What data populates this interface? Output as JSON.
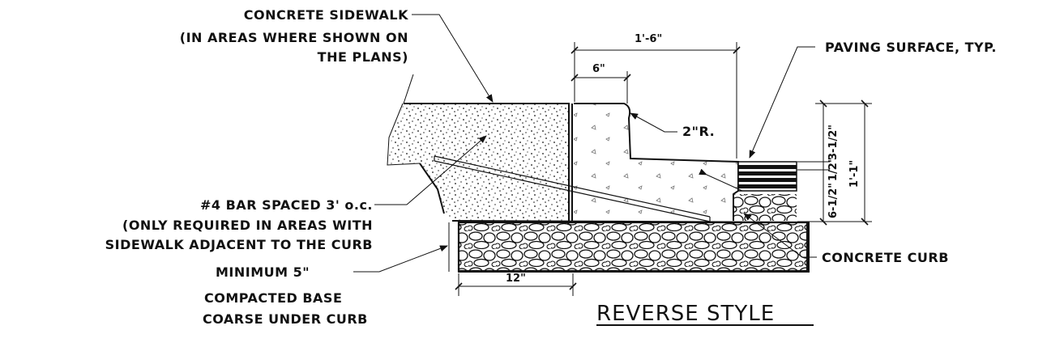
{
  "labels": {
    "sidewalk_line1": "CONCRETE SIDEWALK",
    "sidewalk_line2": "(IN AREAS WHERE SHOWN ON",
    "sidewalk_line3": "THE PLANS)",
    "paving": "PAVING SURFACE, TYP.",
    "radius": "2\"R.",
    "bar_line1": "#4 BAR SPACED 3' o.c.",
    "bar_line2": "(ONLY REQUIRED IN AREAS WITH",
    "bar_line3": "SIDEWALK ADJACENT TO THE CURB",
    "curb": "CONCRETE CURB",
    "base_line1": "MINIMUM 5\"",
    "base_line2": "COMPACTED BASE",
    "base_line3": "COARSE UNDER CURB",
    "title": "REVERSE STYLE"
  },
  "dimensions": {
    "overall_width": "1'-6\"",
    "top_width": "6\"",
    "base_width": "12\"",
    "upper_height": "3-1/2\"",
    "mid_height": "1/2\"",
    "lower_height": "6-1/2\"",
    "total_height": "1'-1\""
  }
}
